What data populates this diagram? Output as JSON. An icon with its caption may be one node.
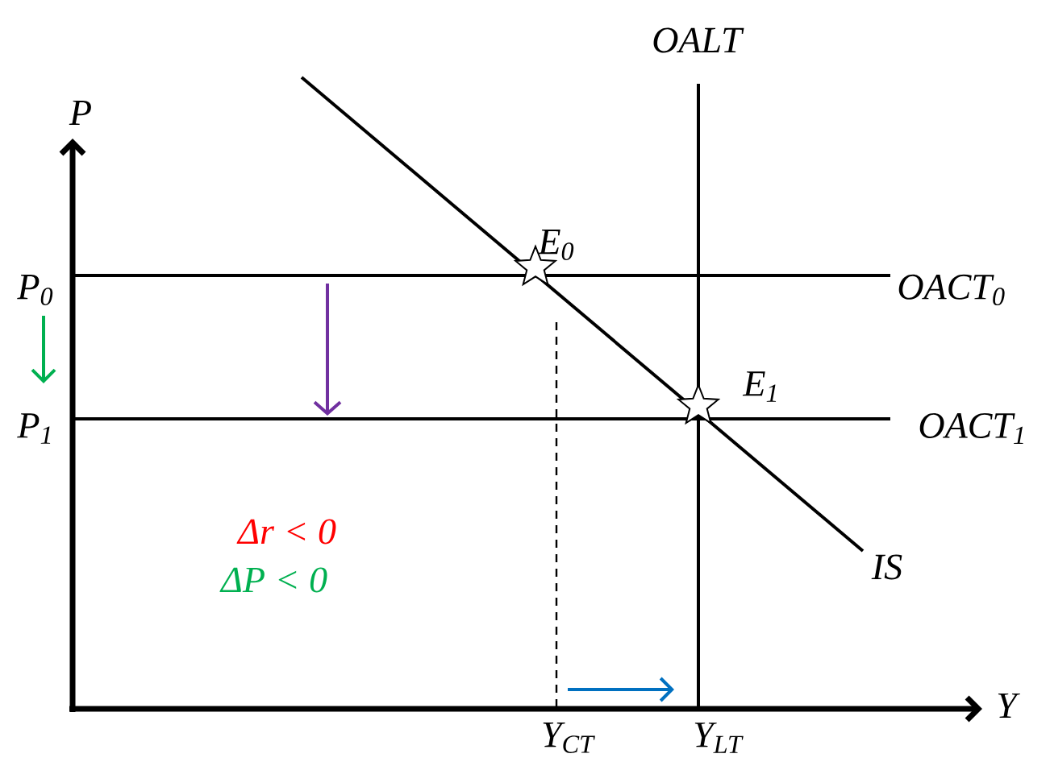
{
  "diagram": {
    "labels": [
      "OALT",
      "P",
      "E$_{0}$",
      "P$_{0}$",
      "OACT$_{0}$",
      "E$_{1}$",
      "P$_{1}$",
      "OACT$_{1}$",
      "Δr < 0",
      "IS",
      "ΔP < 0",
      "Y",
      "Y$_{CT}$",
      "Y$_{LT}$"
    ]
  }
}
